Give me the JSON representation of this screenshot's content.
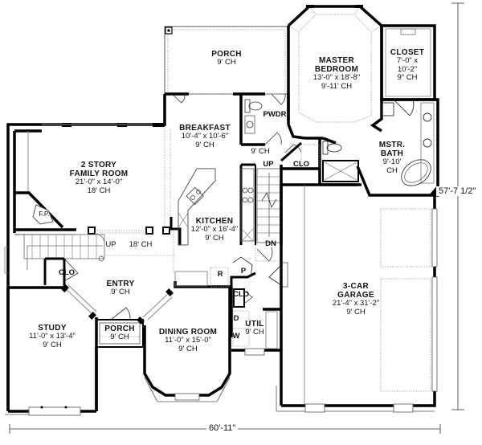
{
  "plan": {
    "overall_width": "60'-11\"",
    "overall_depth": "57'-7 1/2\"",
    "colors": {
      "wall": "#000000",
      "line": "#555555",
      "dotted": "#888888",
      "background": "#ffffff"
    }
  },
  "rooms": {
    "porch_rear": {
      "name": "PORCH",
      "ch": "9' CH"
    },
    "master_bedroom": {
      "name1": "MASTER",
      "name2": "BEDROOM",
      "dim": "13'-0\" x 18'-8\"",
      "ch": "9'-11' CH"
    },
    "closet": {
      "name": "CLOSET",
      "dim1": "7'-0\" x",
      "dim2": "10'-2\"",
      "ch": "9\" CH"
    },
    "breakfast": {
      "name": "BREAKFAST",
      "dim": "10'-4\" x 10'-6\"",
      "ch": "9' CH"
    },
    "powder": {
      "name": "PWDR"
    },
    "hall_ch": {
      "ch": "9' CH"
    },
    "hall_clo": {
      "name": "CLO"
    },
    "master_bath": {
      "name1": "MSTR.",
      "name2": "BATH",
      "dim": "9'-10'",
      "ch": "CH"
    },
    "family_room": {
      "name1": "2 STORY",
      "name2": "FAMILY ROOM",
      "dim": "21'-0\" x 14'-0\"",
      "ch": "18' CH"
    },
    "fireplace": {
      "name": "F.P."
    },
    "kitchen": {
      "name": "KITCHEN",
      "dim": "12'-0\" x 16'-4\"",
      "ch": "9' CH"
    },
    "stair_up_main": {
      "label": "UP"
    },
    "stair_up_rear": {
      "label": "UP"
    },
    "stair_dn": {
      "label": "DN"
    },
    "foyer_ch": {
      "ch": "18' CH"
    },
    "entry": {
      "name": "ENTRY",
      "ch": "9' CH"
    },
    "entry_clo": {
      "name": "CLO"
    },
    "refrigerator": {
      "name": "R"
    },
    "pantry": {
      "name": "P"
    },
    "util_clo": {
      "name": "CLO"
    },
    "dryer": {
      "name": "D"
    },
    "washer": {
      "name": "W"
    },
    "utility": {
      "name": "UTIL",
      "ch": "9' CH"
    },
    "garage": {
      "name1": "3-CAR",
      "name2": "GARAGE",
      "dim": "21'-4\" x 31'-2\"",
      "ch": "9' CH"
    },
    "study": {
      "name": "STUDY",
      "dim": "11'-0\" x 13'-4\"",
      "ch": "9' CH"
    },
    "porch_front": {
      "name": "PORCH",
      "ch": "9' CH"
    },
    "dining_room": {
      "name": "DINING ROOM",
      "dim": "11'-0\" x 15'-0\"",
      "ch": "9' CH"
    }
  }
}
